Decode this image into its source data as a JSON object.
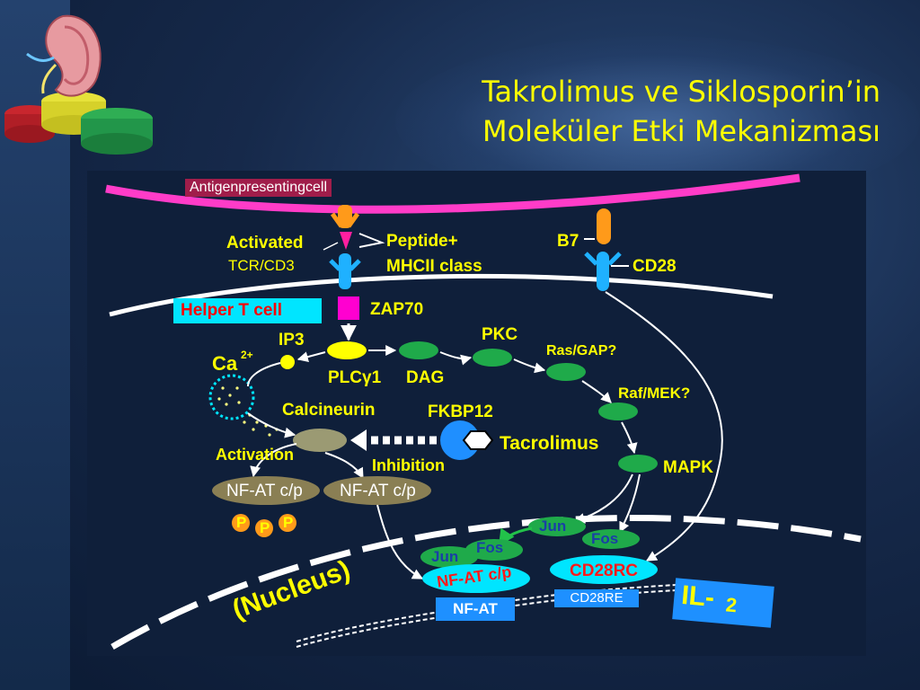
{
  "title": {
    "line1": "Takrolimus ve Siklosporin’in",
    "line2": "Moleküler Etki Mekanizması"
  },
  "colors": {
    "title": "#ffff00",
    "membrane_apc": "#ff3cc8",
    "node_green": "#1faa4a",
    "cyan": "#00e5ff",
    "blue_box": "#1e90ff"
  },
  "labels": {
    "apc": "Antigenpresentingcell",
    "activated": "Activated",
    "tcr_cd3": "TCR/CD3",
    "peptide_plus": "Peptide+",
    "mhc_class": "MHCII class",
    "b7": "B7",
    "cd28": "CD28",
    "helper_t_cell": "Helper  T cell",
    "zap70": "ZAP70",
    "ip3": "IP3",
    "ca": "Ca",
    "ca_charge": "2+",
    "pkc": "PKC",
    "ras_gap": "Ras/GAP?",
    "plc": "PLCγ1",
    "dag": "DAG",
    "raf_mek": "Raf/MEK?",
    "calcineurin": "Calcineurin",
    "fkbp12": "FKBP12",
    "tacrolimus": "Tacrolimus",
    "activation": "Activation",
    "inhibition": "Inhibition",
    "mapk": "MAPK",
    "nfat_cp_left": "NF-AT c/p",
    "nfat_cp_right": "NF-AT c/p",
    "p1": "P",
    "p2": "P",
    "p3": "P",
    "jun_top": "Jun",
    "fos_top": "Fos",
    "jun_left": "Jun",
    "fos_left": "Fos",
    "nfat_cp_nucleus": "NF-AT c/p",
    "cd28rc": "CD28RC",
    "nucleus": "(Nucleus)",
    "nfat_bottom": "NF-AT",
    "cd28re": "CD28RE",
    "il2_prefix": "IL-",
    "il2_number": "2"
  }
}
